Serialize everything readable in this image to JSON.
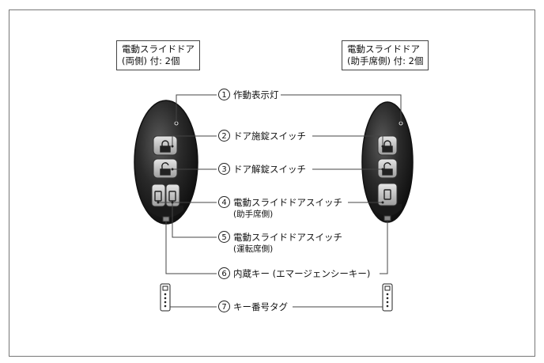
{
  "keys": {
    "left": {
      "line1": "電動スライドドア",
      "line2": "(両側) 付: 2個"
    },
    "right": {
      "line1": "電動スライドドア",
      "line2": "(助手席側) 付: 2個"
    }
  },
  "callouts": [
    {
      "num": "1",
      "text": "作動表示灯",
      "sub": ""
    },
    {
      "num": "2",
      "text": "ドア施錠スイッチ",
      "sub": ""
    },
    {
      "num": "3",
      "text": "ドア解錠スイッチ",
      "sub": ""
    },
    {
      "num": "4",
      "text": "電動スライドドアスイッチ",
      "sub": "(助手席側)"
    },
    {
      "num": "5",
      "text": "電動スライドドアスイッチ",
      "sub": "(運転席側)"
    },
    {
      "num": "6",
      "text": "内蔵キー (エマージェンシーキー)",
      "sub": ""
    },
    {
      "num": "7",
      "text": "キー番号タグ",
      "sub": ""
    }
  ]
}
